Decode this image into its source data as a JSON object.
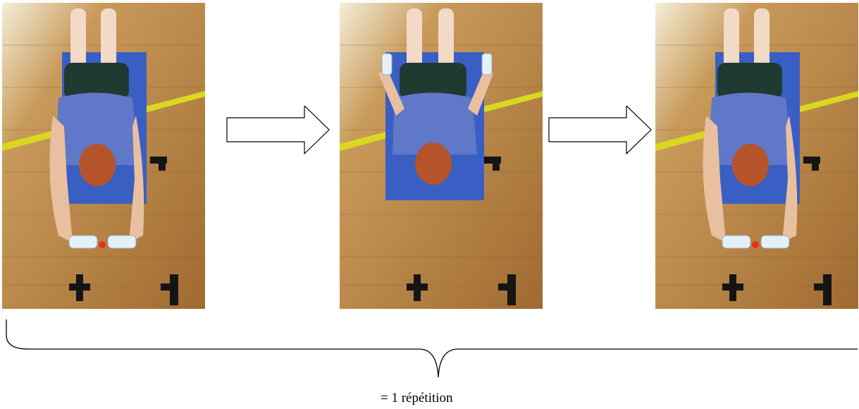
{
  "caption": "= 1 répétition",
  "photos": [
    {
      "pose": "arms-down-holding-bottles",
      "icon": "exercise-photo-start"
    },
    {
      "pose": "arms-raised-to-sides",
      "icon": "exercise-photo-middle"
    },
    {
      "pose": "arms-down-holding-bottles",
      "icon": "exercise-photo-end"
    }
  ],
  "arrows": [
    {
      "icon": "right-arrow-icon"
    },
    {
      "icon": "right-arrow-icon"
    }
  ],
  "colors": {
    "floor": "#b07a3c",
    "mat": "#3a5fc4",
    "shirt": "#5f78c8",
    "shorts": "#1f3a30",
    "skin": "#e8c0a0",
    "hair": "#b5542b",
    "tape": "#151515",
    "yellow_line": "#d8d820"
  }
}
